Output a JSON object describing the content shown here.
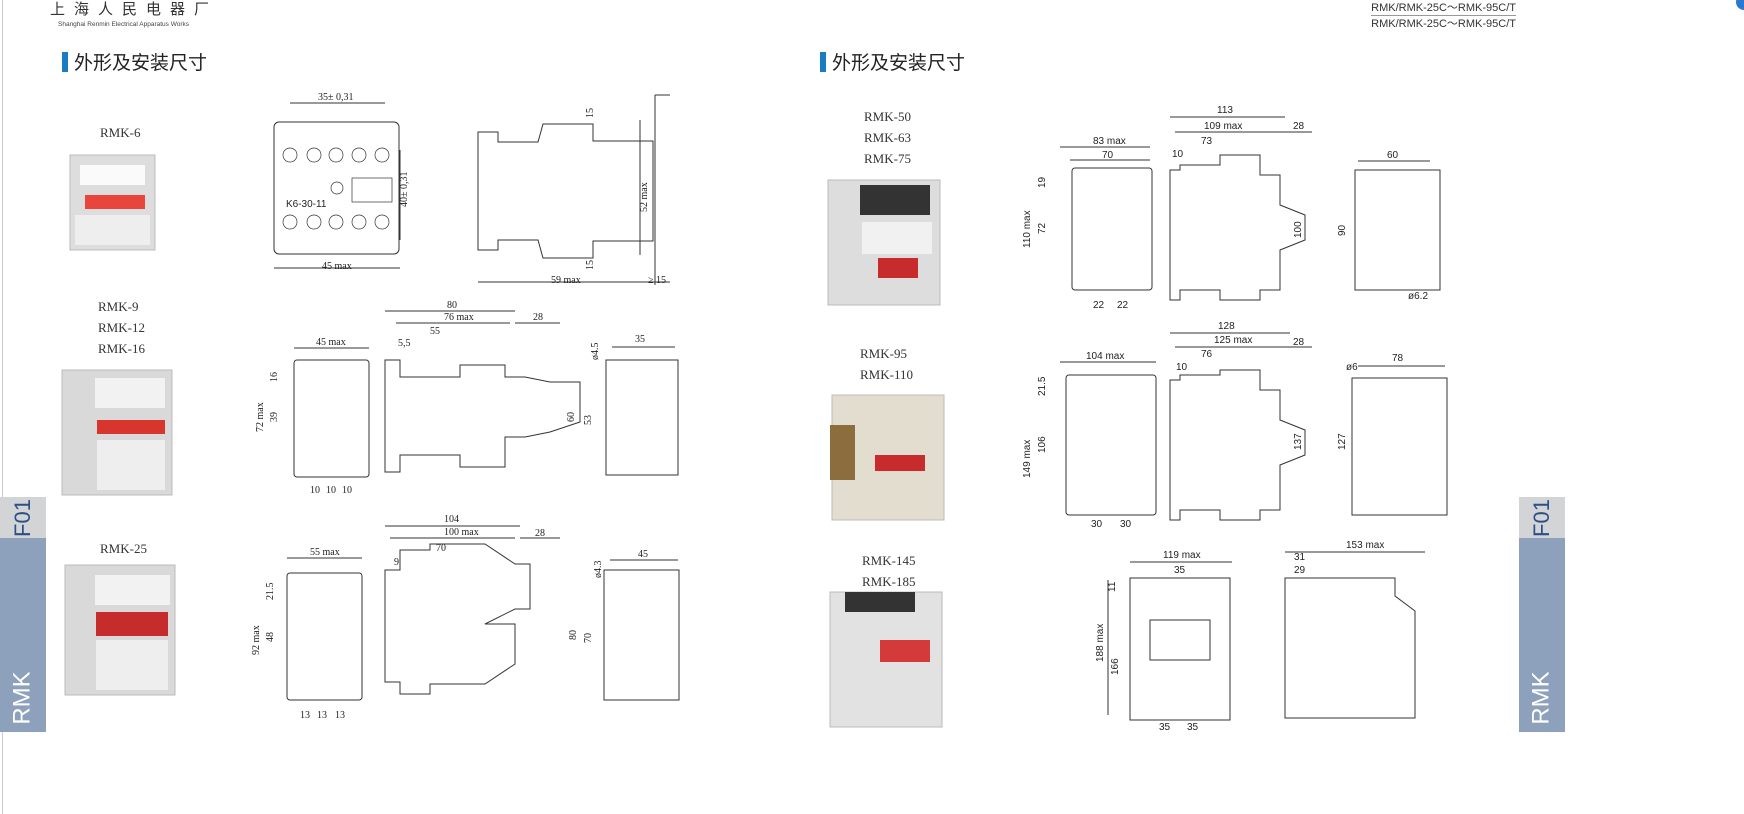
{
  "header": {
    "company_cn": "上海人民电器厂",
    "company_en": "Shanghai Renmin Electrical Apparatus Works",
    "series_lines": [
      "RMK/RMK-25C～RMK-95C/T",
      "RMK/RMK-25C～RMK-95C/T"
    ]
  },
  "section_title_left": "外形及安装尺寸",
  "section_title_right": "外形及安装尺寸",
  "side_tab": {
    "code": "F01",
    "series": "RMK"
  },
  "models": {
    "rmk6": [
      "RMK-6"
    ],
    "rmk9": [
      "RMK-9",
      "RMK-12",
      "RMK-16"
    ],
    "rmk25": [
      "RMK-25"
    ],
    "rmk50": [
      "RMK-50",
      "RMK-63",
      "RMK-75"
    ],
    "rmk95": [
      "RMK-95",
      "RMK-110"
    ],
    "rmk145": [
      "RMK-145",
      "RMK-185"
    ]
  },
  "dims": {
    "rmk6": [
      "35± 0,31",
      "40± 0,31",
      "K6-30-11",
      "45 max",
      "15",
      "52 max",
      "15",
      "59 max",
      "≥ 15"
    ],
    "rmk9": [
      "80",
      "76 max",
      "28",
      "55",
      "5,5",
      "45 max",
      "16",
      "39",
      "72 max",
      "10",
      "10",
      "10",
      "ø4.5",
      "35",
      "60",
      "53"
    ],
    "rmk25": [
      "104",
      "100 max",
      "28",
      "70",
      "9",
      "55 max",
      "21.5",
      "48",
      "92 max",
      "13",
      "13",
      "13",
      "ø4.3",
      "45",
      "80",
      "70"
    ],
    "rmk50": [
      "113",
      "109 max",
      "28",
      "73",
      "10",
      "83 max",
      "70",
      "19",
      "72",
      "110 max",
      "22",
      "22",
      "60",
      "100",
      "90",
      "ø6.2"
    ],
    "rmk95": [
      "128",
      "125 max",
      "28",
      "76",
      "10",
      "104 max",
      "21.5",
      "106",
      "149 max",
      "30",
      "30",
      "ø6",
      "78",
      "137",
      "127"
    ],
    "rmk145": [
      "119 max",
      "35",
      "11",
      "188 max",
      "166",
      "35",
      "35",
      "153 max",
      "31",
      "29"
    ]
  },
  "colors": {
    "accent": "#1a7cc1",
    "tab_gray": "#d2d4d6",
    "tab_blue": "#8da1bc"
  }
}
